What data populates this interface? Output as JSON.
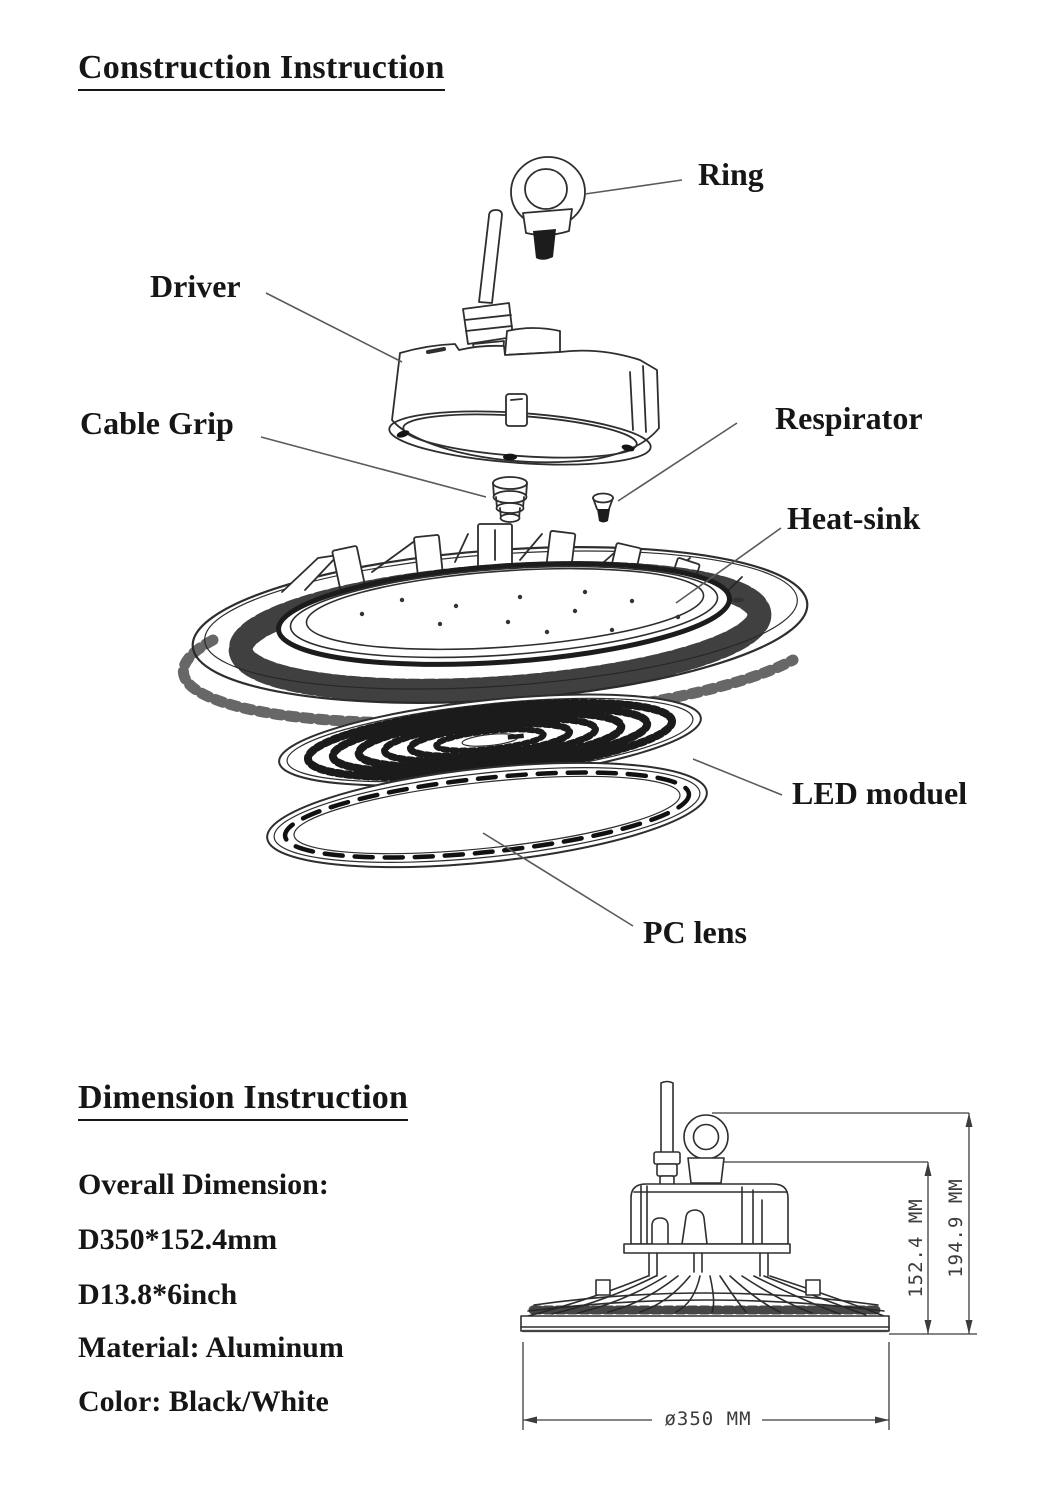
{
  "page": {
    "background": "#ffffff",
    "ink": "#161616",
    "line_color": "#2e2e2e",
    "leader_color": "#5a5a5a",
    "dim_color": "#3c3c3c"
  },
  "construction": {
    "title": "Construction Instruction",
    "labels": {
      "ring": "Ring",
      "driver": "Driver",
      "cable_grip": "Cable Grip",
      "respirator": "Respirator",
      "heat_sink": "Heat-sink",
      "led_module": "LED moduel",
      "pc_lens": "PC lens"
    }
  },
  "dimension": {
    "title": "Dimension Instruction",
    "specs": [
      "Overall Dimension:",
      "D350*152.4mm",
      "D13.8*6inch",
      "Material: Aluminum",
      "Color: Black/White"
    ],
    "measurements": {
      "body_height": "152.4 MM",
      "total_height": "194.9 MM",
      "diameter": "ø350 MM"
    }
  }
}
